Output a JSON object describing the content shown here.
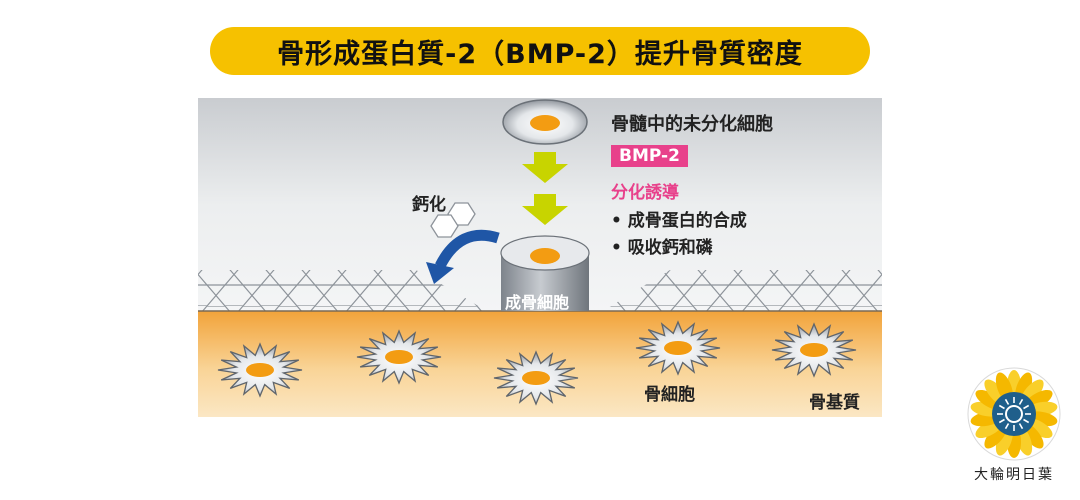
{
  "title": "骨形成蛋白質-2（BMP-2）提升骨質密度",
  "labels": {
    "stem_cell": "骨髓中的未分化細胞",
    "bmp": "BMP-2",
    "differentiation": "分化誘導",
    "bullet1": "• 成骨蛋白的合成",
    "bullet2": "• 吸收鈣和磷",
    "calcification": "鈣化",
    "osteoblast": "成骨細胞",
    "osteocyte": "骨細胞",
    "matrix": "骨基質"
  },
  "logo": {
    "text": "大輪明日葉"
  },
  "colors": {
    "title_bg": "#f6c100",
    "arrow": "#c8d400",
    "curved_arrow": "#1f56a6",
    "bmp_accent": "#e8418b",
    "bone_matrix": "#f2a83a",
    "nucleus": "#f39c12"
  }
}
